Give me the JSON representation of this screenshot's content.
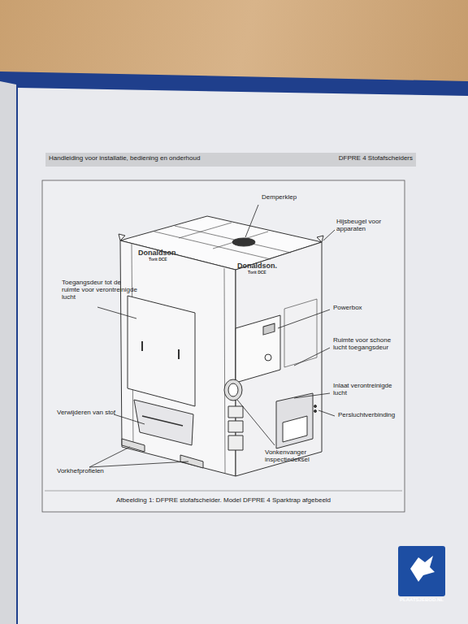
{
  "diagram": {
    "caption": "Afbeelding 1: DFPRE stofafscheider. Model DFPRE 4 Sparktrap afgebeeld",
    "labels": [
      "Handleiding voor installatie, bediening en onderhoud",
      "DFPRE 4 Stofafscheiders",
      "Demperklep",
      "Hijsbeugel voor apparaten",
      "Toegangsdeur tot de ruimte voor verontreinigde lucht",
      "Powerbox",
      "Ruimte voor schone lucht toegangsdeur",
      "Inlaat verontreinigde lucht",
      "Persluchtverbinding",
      "Verwijderen van stof",
      "Vorkhefprofielen",
      "Vonkenvanger inspectiedeksel",
      "Donaldson.",
      "Torit DCE",
      "Donaldson.",
      "Torit DCE",
      "PLAATSJEBOD.NL"
    ]
  }
}
